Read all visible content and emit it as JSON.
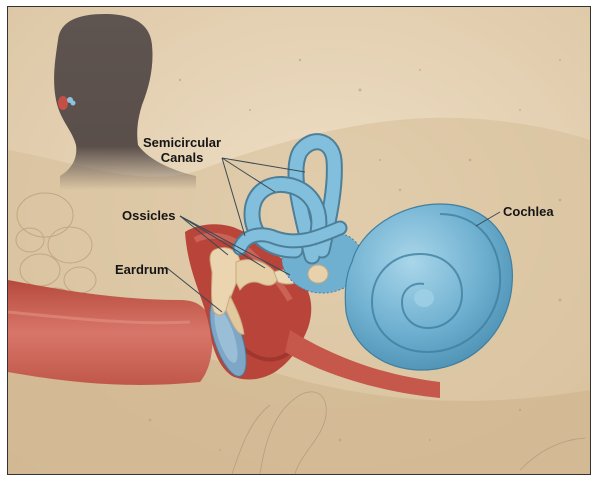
{
  "labels": {
    "semicircular_canals_line1": "Semicircular",
    "semicircular_canals_line2": "Canals",
    "ossicles": "Ossicles",
    "eardrum": "Eardrum",
    "cochlea": "Cochlea"
  },
  "colors": {
    "background": "#e8d6bb",
    "bone_dark": "#cbb08a",
    "head_silhouette": "#5a4f4a",
    "ear_canal": "#c7604f",
    "inner_ear": "#7fb9d6",
    "ossicles": "#e8d2ad",
    "border": "#333333"
  }
}
